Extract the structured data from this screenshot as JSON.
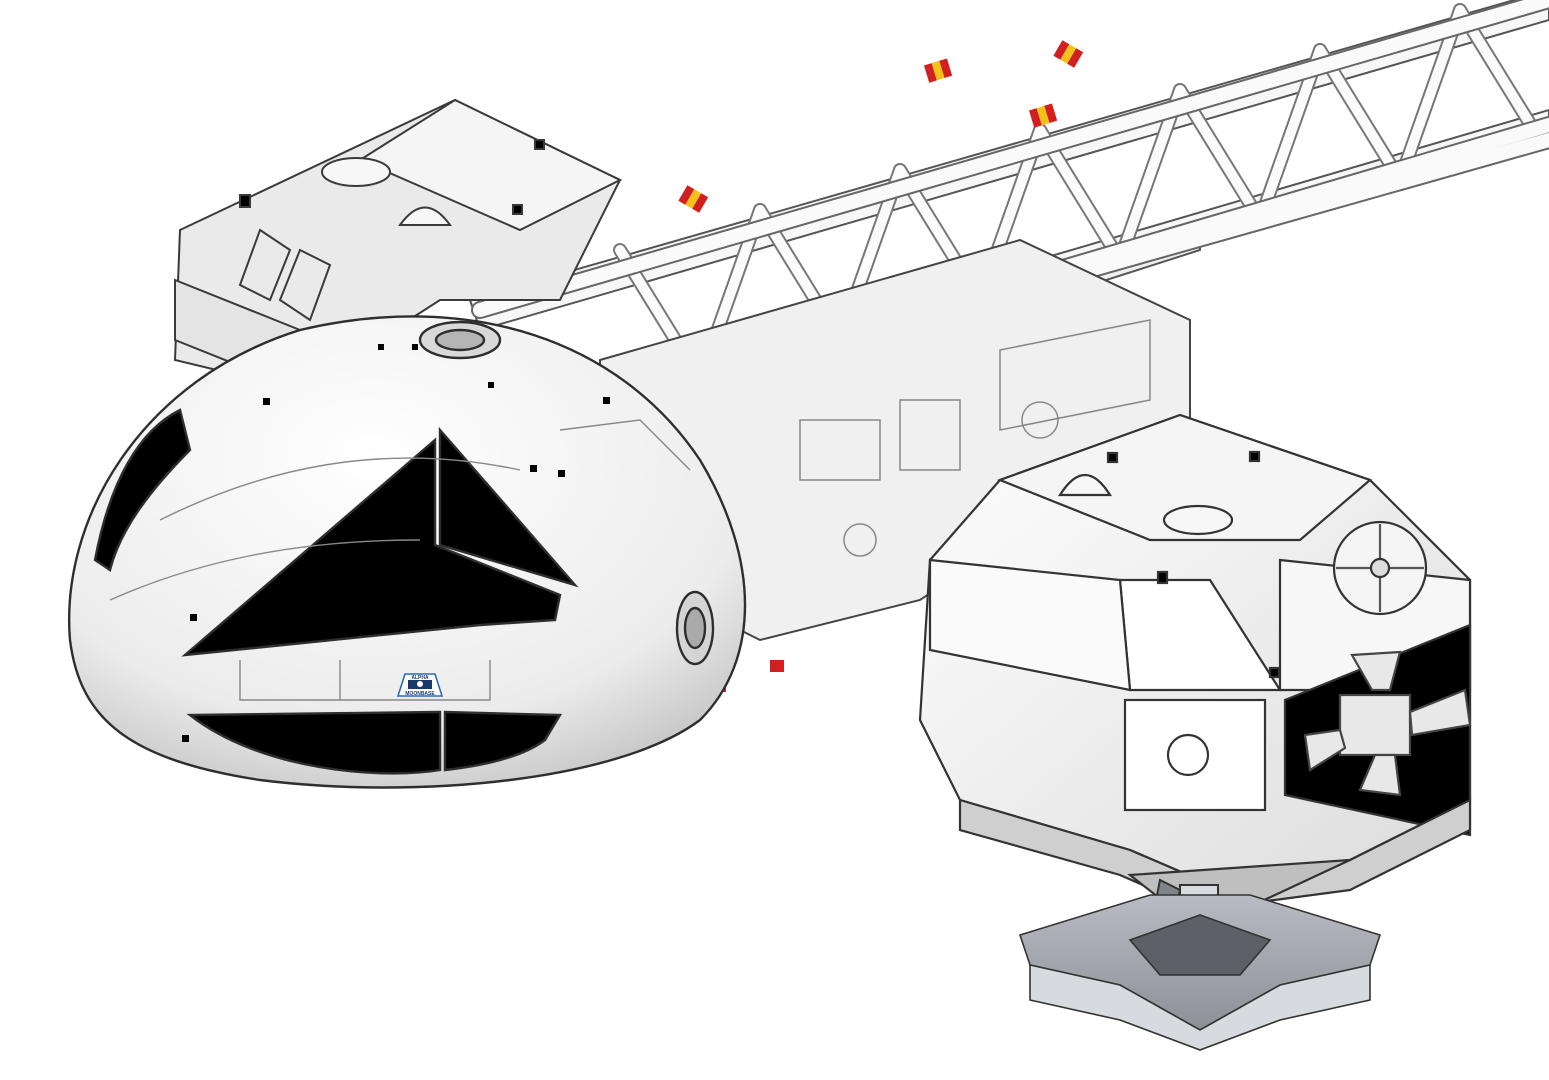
{
  "illustration": {
    "subject": "Eagle Transporter spacecraft (isometric technical render)",
    "logo": {
      "line1": "ALPHA",
      "line2": "MOONBASE"
    },
    "colors": {
      "background": "#ffffff",
      "hull": "#f2f2f2",
      "hull_shade": "#d6d6d6",
      "outline": "#3a3a3a",
      "window": "#000000",
      "stripe_red": "#d21f1f",
      "stripe_yellow": "#f2c21a",
      "pad": "#a9adb3",
      "pad_dark": "#6f7278",
      "logo_blue": "#2a6fb0"
    },
    "parts": [
      "command-module",
      "spine-truss",
      "rear-pod",
      "front-pod",
      "landing-leg",
      "landing-pad",
      "thruster-cluster"
    ]
  }
}
